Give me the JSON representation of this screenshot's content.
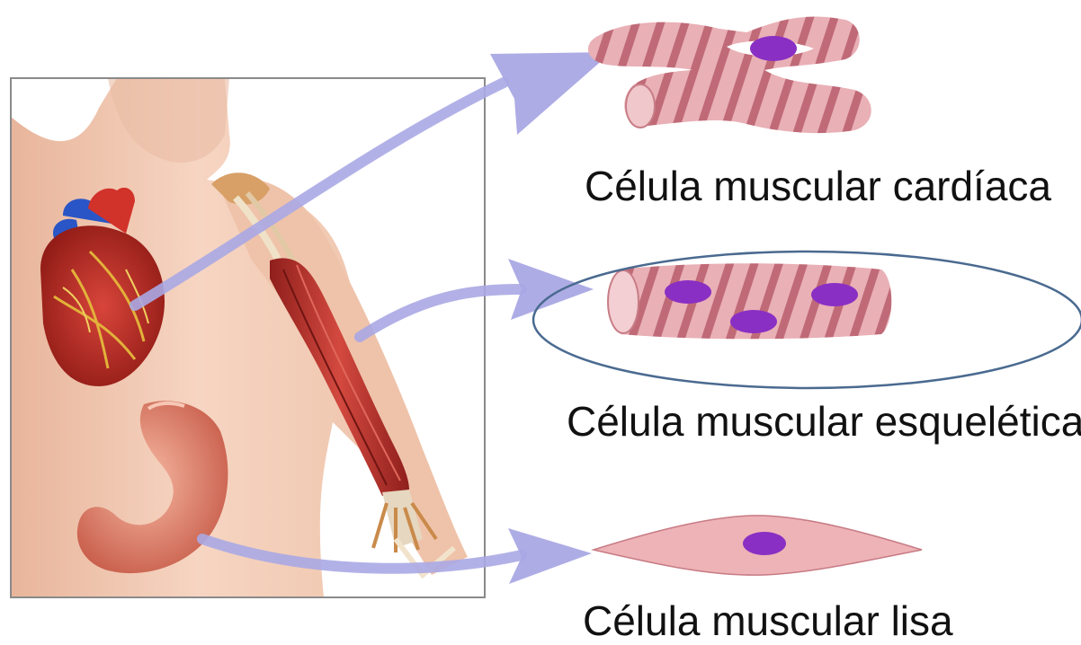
{
  "labels": {
    "cardiac": "Célula muscular cardíaca",
    "skeletal": "Célula muscular esquelética",
    "smooth": "Célula muscular lisa"
  },
  "colors": {
    "arrow": "#a9a8e6",
    "skin": "#f1c7ae",
    "muscle": "#c03a35",
    "heart": "#b3261e",
    "vessel_blue": "#2a55c6",
    "stomach": "#e48c78",
    "cell_body": "#e7a9ae",
    "cell_stripe": "#c2707a",
    "nucleus": "#8a2fc4",
    "highlight_ellipse": "#4a6a90",
    "frame": "#8a8a8a"
  },
  "icons": {
    "heart": "heart-illustration",
    "arm_muscle": "arm-muscle-illustration",
    "stomach": "stomach-illustration"
  }
}
